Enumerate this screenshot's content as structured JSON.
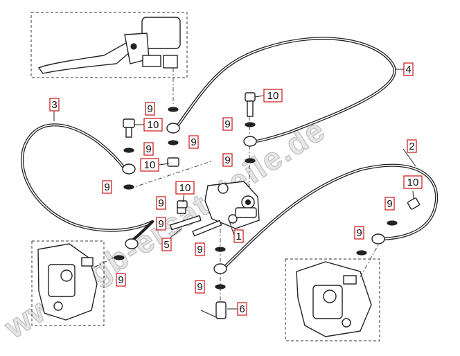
{
  "watermark": "www.tgb-ersatzteile.de",
  "callouts": [
    {
      "id": "c1",
      "label": "1"
    },
    {
      "id": "c2",
      "label": "2"
    },
    {
      "id": "c3",
      "label": "3"
    },
    {
      "id": "c4",
      "label": "4"
    },
    {
      "id": "c5",
      "label": "5"
    },
    {
      "id": "c6",
      "label": "6"
    },
    {
      "id": "c9a",
      "label": "9"
    },
    {
      "id": "c9b",
      "label": "9"
    },
    {
      "id": "c9c",
      "label": "9"
    },
    {
      "id": "c9d",
      "label": "9"
    },
    {
      "id": "c9e",
      "label": "9"
    },
    {
      "id": "c9f",
      "label": "9"
    },
    {
      "id": "c9g",
      "label": "9"
    },
    {
      "id": "c9h",
      "label": "9"
    },
    {
      "id": "c9i",
      "label": "9"
    },
    {
      "id": "c9j",
      "label": "9"
    },
    {
      "id": "c9k",
      "label": "9"
    },
    {
      "id": "c9l",
      "label": "9"
    },
    {
      "id": "c9m",
      "label": "9"
    },
    {
      "id": "c10a",
      "label": "10"
    },
    {
      "id": "c10b",
      "label": "10"
    },
    {
      "id": "c10c",
      "label": "10"
    },
    {
      "id": "c10d",
      "label": "10"
    },
    {
      "id": "c10e",
      "label": "10"
    }
  ]
}
